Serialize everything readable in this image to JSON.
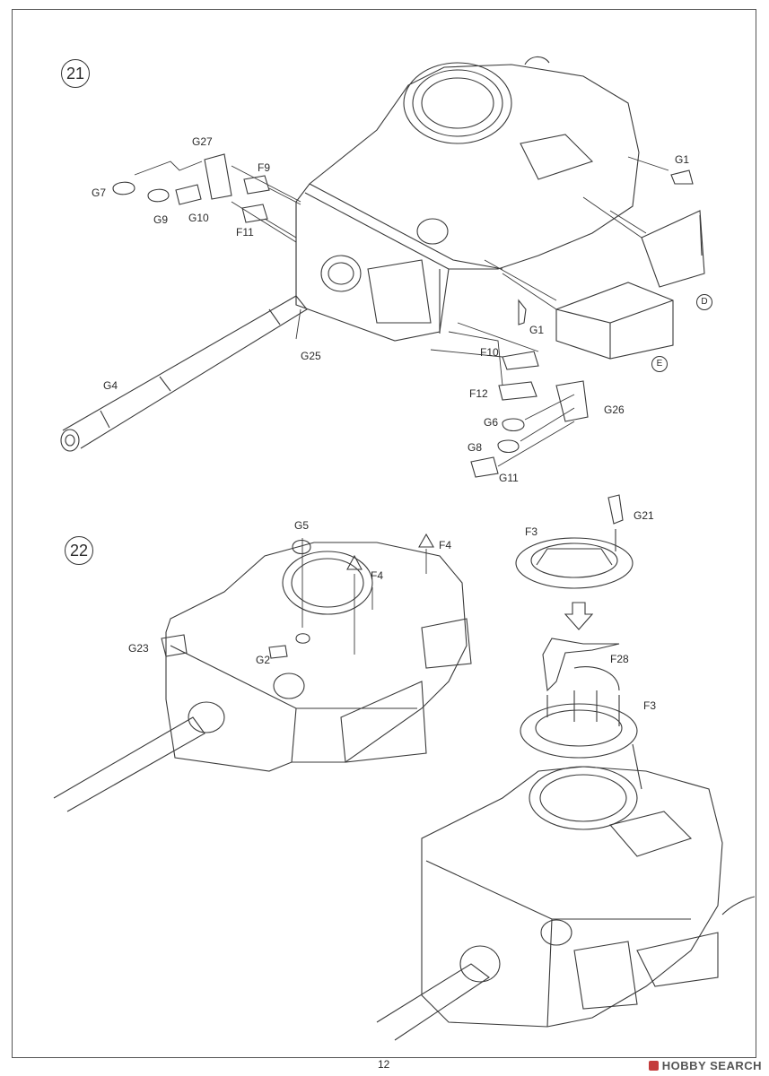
{
  "page_number": "12",
  "watermark": "HOBBY SEARCH",
  "step_21": {
    "number": "21",
    "parts": [
      "G27",
      "G7",
      "G9",
      "G10",
      "F9",
      "F11",
      "G1",
      "G25",
      "G4",
      "G1",
      "F10",
      "F12",
      "G26",
      "G6",
      "G8",
      "G11"
    ],
    "callouts": [
      "D",
      "E"
    ]
  },
  "step_22": {
    "number": "22",
    "parts": [
      "G5",
      "F4",
      "F4",
      "G23",
      "G2",
      "F3",
      "G21",
      "F28",
      "F3"
    ]
  }
}
